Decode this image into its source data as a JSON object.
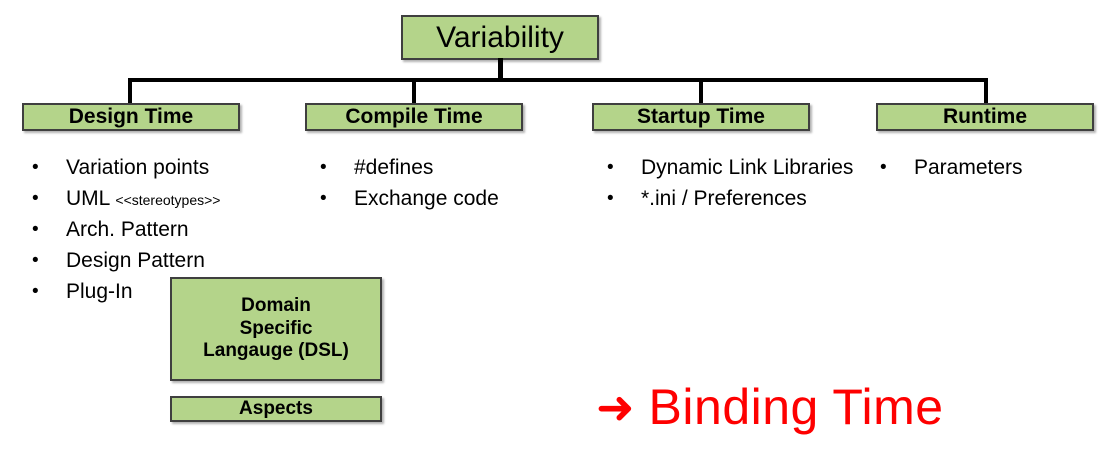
{
  "diagram": {
    "root": {
      "label": "Variability"
    },
    "columns": [
      {
        "id": "design-time",
        "header": "Design Time",
        "items": [
          {
            "text": "Variation points",
            "note": ""
          },
          {
            "text": "UML ",
            "note": "<<stereotypes>>"
          },
          {
            "text": "Arch. Pattern",
            "note": ""
          },
          {
            "text": "Design Pattern",
            "note": ""
          },
          {
            "text": "Plug-In",
            "note": ""
          }
        ]
      },
      {
        "id": "compile-time",
        "header": "Compile Time",
        "items": [
          {
            "text": "#defines",
            "note": ""
          },
          {
            "text": "Exchange code",
            "note": ""
          }
        ]
      },
      {
        "id": "startup-time",
        "header": "Startup Time",
        "items": [
          {
            "text": "Dynamic Link Libraries",
            "note": ""
          },
          {
            "text": "*.ini / Preferences",
            "note": ""
          }
        ]
      },
      {
        "id": "runtime",
        "header": "Runtime",
        "items": [
          {
            "text": "Parameters",
            "note": ""
          }
        ]
      }
    ],
    "extra_boxes": [
      {
        "id": "dsl",
        "lines": [
          "Domain",
          "Specific",
          "Langauge (DSL)"
        ]
      },
      {
        "id": "aspects",
        "lines": [
          "Aspects"
        ]
      }
    ],
    "callout": {
      "arrow_icon": "right-arrow-icon",
      "arrow_glyph": "➜",
      "label": "Binding Time"
    },
    "bullet_glyph": "•",
    "colors": {
      "box_fill": "#b4d48a",
      "box_border": "#3f3f3f",
      "connector": "#000000",
      "callout_red": "#fe0000",
      "text": "#000000",
      "background": "#ffffff"
    }
  }
}
